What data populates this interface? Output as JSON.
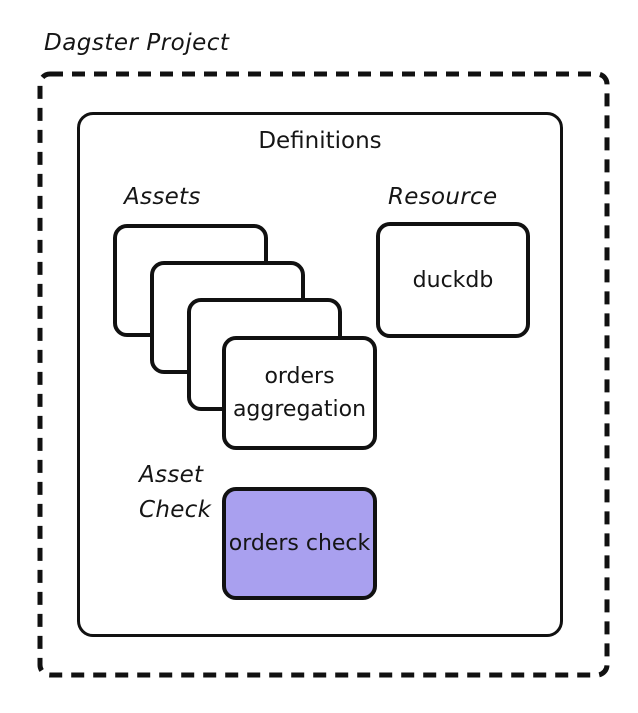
{
  "title": "Dagster Project",
  "definitions": {
    "label": "Definitions"
  },
  "assets": {
    "label": "Assets",
    "stack_count": 4,
    "front_card_label": "orders aggregation"
  },
  "resource": {
    "label": "Resource",
    "node_label": "duckdb"
  },
  "asset_check": {
    "label": "Asset Check",
    "node_label": "orders check"
  },
  "colors": {
    "background": "#ffffff",
    "border": "#111111",
    "connector": "#39414f",
    "asset_check_fill": "#a9a0ef"
  }
}
